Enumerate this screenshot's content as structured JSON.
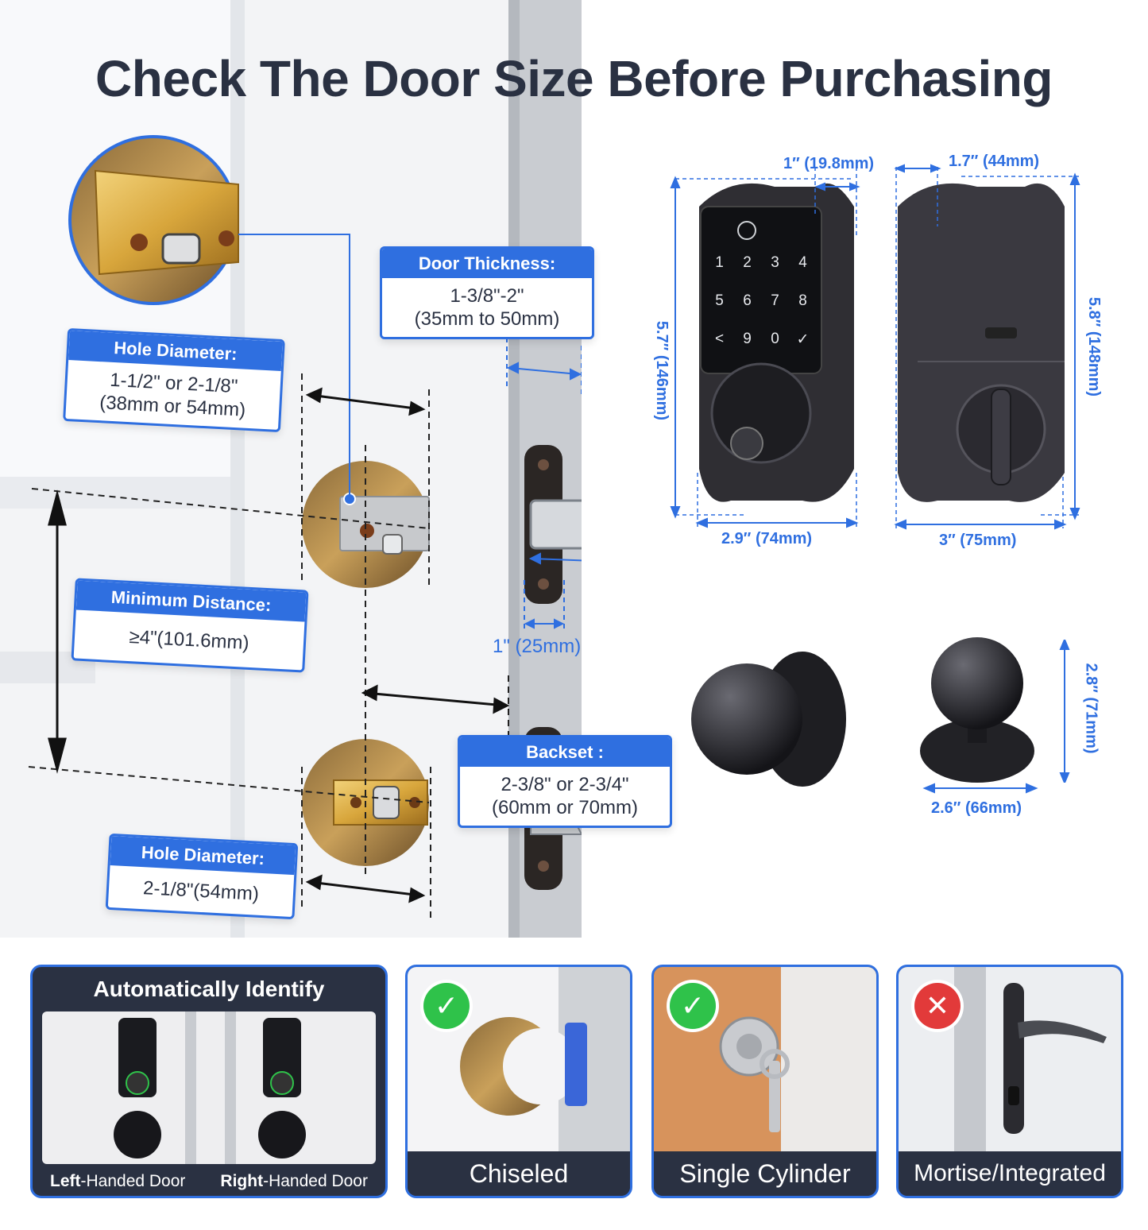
{
  "title": "Check The Door Size Before Purchasing",
  "labels": {
    "hole_top": {
      "head": "Hole Diameter:",
      "body": "1-1/2\" or 2-1/8\"\n(38mm or 54mm)"
    },
    "thickness": {
      "head": "Door Thickness:",
      "body": "1-3/8\"-2\"\n(35mm to 50mm)"
    },
    "min_distance": {
      "head": "Minimum Distance:",
      "body": "≥4\"(101.6mm)"
    },
    "backset": {
      "head": "Backset :",
      "body": "2-3/8\" or 2-3/4\"\n(60mm or 70mm)"
    },
    "hole_bottom": {
      "head": "Hole Diameter:",
      "body": "2-1/8\"(54mm)"
    }
  },
  "latch_width": "1\" (25mm)",
  "dimensions": {
    "front_depth": "1″ (19.8mm)",
    "back_depth": "1.7″ (44mm)",
    "front_height": "5.7″ (146mm)",
    "back_height": "5.8″ (148mm)",
    "front_width": "2.9″ (74mm)",
    "back_width": "3″ (75mm)",
    "knob_height": "2.8″ (71mm)",
    "knob_width": "2.6″ (66mm)"
  },
  "keypad": [
    "1",
    "2",
    "3",
    "4",
    "5",
    "6",
    "7",
    "8",
    "<",
    "9",
    "0",
    "✓"
  ],
  "cards": {
    "auto": {
      "title": "Automatically Identify",
      "left_bold": "Left",
      "left_rest": "-Handed Door",
      "right_bold": "Right",
      "right_rest": "-Handed Door"
    },
    "chiseled": "Chiseled",
    "single": "Single Cylinder",
    "mortise": "Mortise/Integrated"
  },
  "colors": {
    "accent": "#2f6fe0",
    "dark": "#2a3142",
    "check": "#2fc24a",
    "cross": "#e23a3a"
  }
}
